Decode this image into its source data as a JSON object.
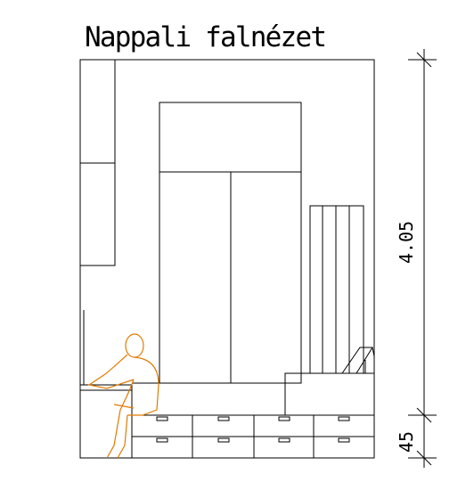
{
  "title": "Nappali falnézet",
  "dimensions": {
    "height_main": "4.05",
    "height_base": "45"
  },
  "colors": {
    "lines": "#000000",
    "figure": "#e07b00",
    "background": "#ffffff"
  }
}
